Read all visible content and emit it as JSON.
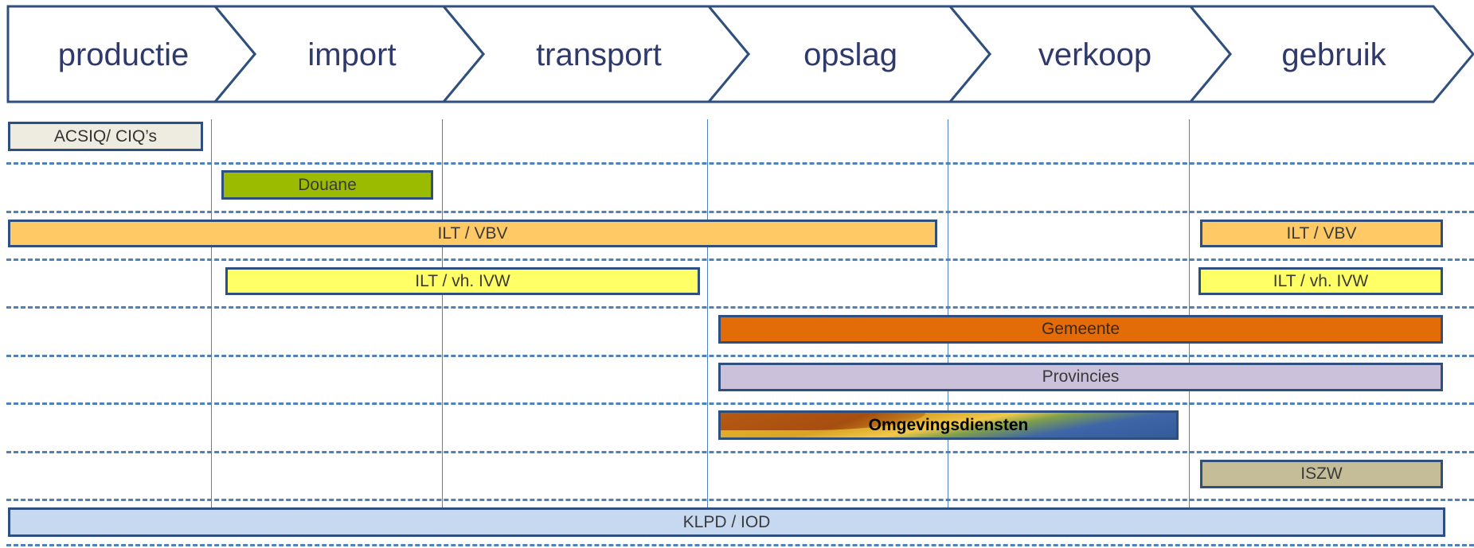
{
  "chain": [
    {
      "label": "productie"
    },
    {
      "label": "import"
    },
    {
      "label": "transport"
    },
    {
      "label": "opslag"
    },
    {
      "label": "verkoop"
    },
    {
      "label": "gebruik"
    }
  ],
  "bars": {
    "acsiq": "ACSIQ/ CIQ’s",
    "douane": "Douane",
    "ilt_vbv_1": "ILT / VBV",
    "ilt_vbv_2": "ILT / VBV",
    "ilt_ivw_1": "ILT / vh. IVW",
    "ilt_ivw_2": "ILT / vh. IVW",
    "gemeente": "Gemeente",
    "provincies": "Provincies",
    "omgevingsdiensten": "Omgevingsdiensten",
    "iszw": "ISZW",
    "klpd": "KLPD / IOD"
  },
  "colors": {
    "chevron_fill": "#FFFFFF",
    "chevron_border": "#2F4F7F",
    "grid_line": "#4F81BD",
    "acsiq": "#EEECE1",
    "douane": "#9BBB00",
    "ilt_vbv": "#FFC966",
    "ilt_ivw": "#FFFF66",
    "gemeente": "#E36C09",
    "provincies": "#CCC1DA",
    "iszw": "#C4BD97",
    "klpd": "#C6D9F1"
  }
}
